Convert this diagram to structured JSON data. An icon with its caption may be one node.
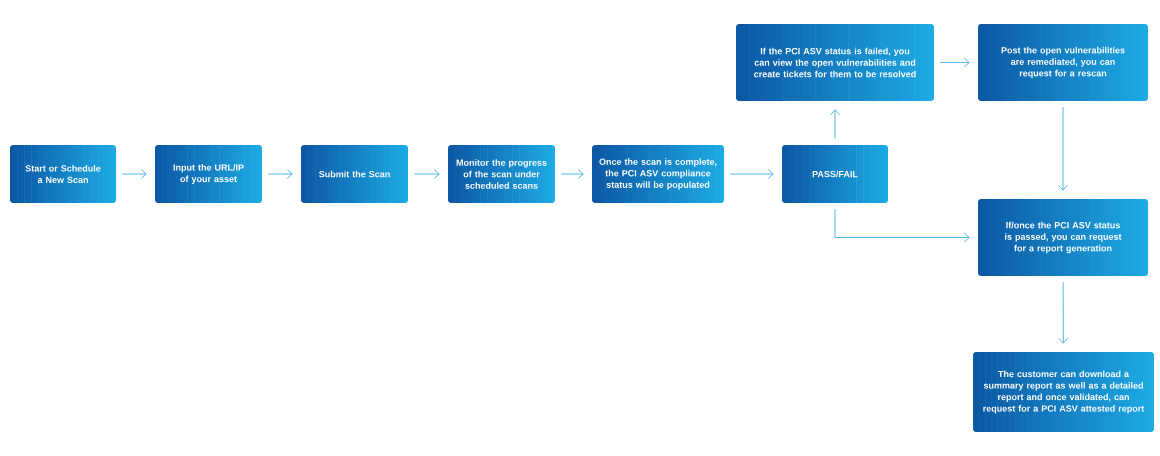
{
  "diagram": {
    "nodes": [
      {
        "text": [
          "Start or Schedule a New Scan"
        ]
      },
      {
        "text": [
          "Input the URL/IP of your asset"
        ]
      },
      {
        "text": [
          "Submit the Scan"
        ]
      },
      {
        "text": [
          "Monitor the progress of the scan under scheduled scans"
        ]
      },
      {
        "text": [
          "Once the scan is complete, the PCI ASV compliance status will be populated"
        ]
      },
      {
        "text": [
          "PASS/FAIL"
        ]
      },
      {
        "text": [
          "If the PCI ASV status is failed, you can view the open vulnerabilities and create tickets for them to be resolved"
        ]
      },
      {
        "text": [
          "Post the open vulnerabilities are remediated, you can request for a rescan"
        ]
      },
      {
        "text": [
          "If/once the PCI ASV status is passed, you can request for a report generation"
        ]
      },
      {
        "text": [
          "The customer can download a summary report as well as a detailed report and once validated, can request for a PCI ASV attested report"
        ]
      }
    ],
    "edges": [
      {
        "from": 0,
        "to": 1,
        "arrow": "to"
      },
      {
        "from": 1,
        "to": 2,
        "arrow": "to"
      },
      {
        "from": 2,
        "to": 3,
        "arrow": "to"
      },
      {
        "from": 3,
        "to": 4,
        "arrow": "to"
      },
      {
        "from": 4,
        "to": 5,
        "arrow": "to"
      },
      {
        "from": 5,
        "to": 6,
        "arrow": "to"
      },
      {
        "from": 6,
        "to": 7,
        "arrow": "to"
      },
      {
        "from": 7,
        "to": 8,
        "arrow": "to"
      },
      {
        "from": 5,
        "to": 8,
        "arrow": "to"
      },
      {
        "from": 8,
        "to": 9,
        "arrow": "to"
      }
    ]
  }
}
